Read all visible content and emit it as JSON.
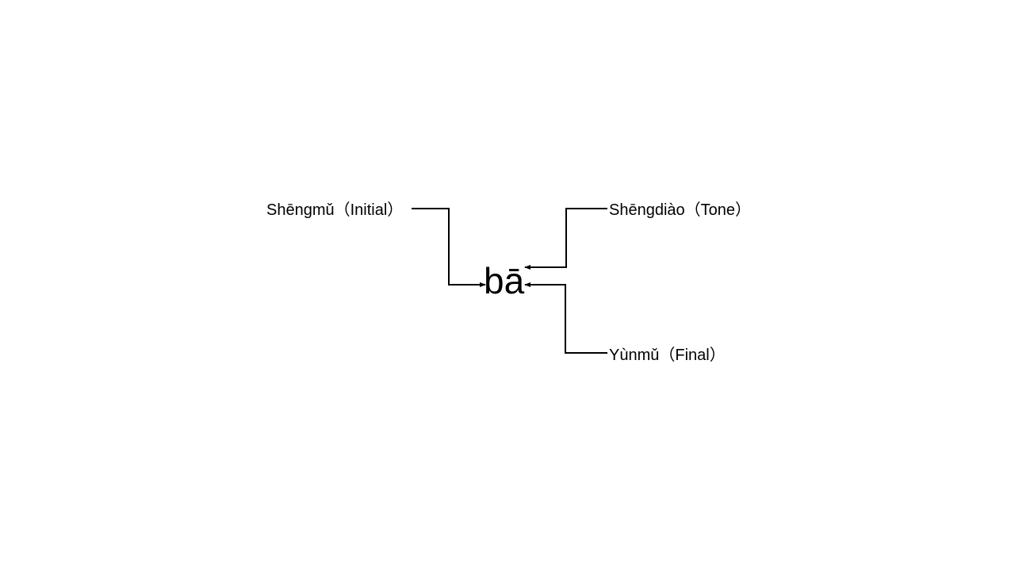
{
  "syllable": "bā",
  "labels": {
    "initial": "Shēngmǔ（Initial）",
    "tone": "Shēngdiào（Tone）",
    "final": "Yùnmǔ（Final）"
  },
  "colors": {
    "line": "#000000",
    "background": "#ffffff"
  }
}
